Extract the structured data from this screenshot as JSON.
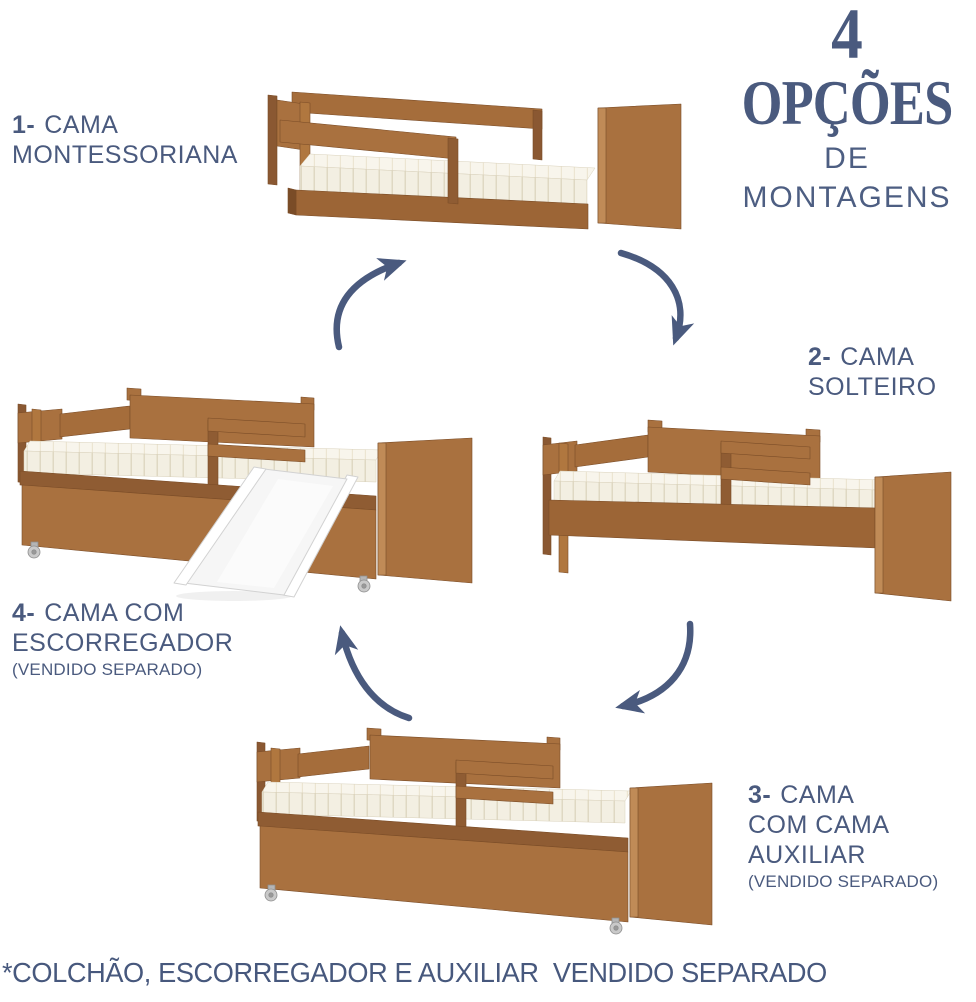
{
  "title": {
    "number": "4",
    "word": "OPÇÕES",
    "sub1": "DE",
    "sub2": "MONTAGENS"
  },
  "options": {
    "o1": {
      "prefix": "1-",
      "l1": "CAMA",
      "l2": "MONTESSORIANA"
    },
    "o2": {
      "prefix": "2-",
      "l1": "CAMA",
      "l2": "SOLTEIRO"
    },
    "o3": {
      "prefix": "3-",
      "l1": "CAMA",
      "l2": "COM CAMA",
      "l3": "AUXILIAR",
      "note": "(VENDIDO SEPARADO)"
    },
    "o4": {
      "prefix": "4-",
      "l1": "CAMA COM",
      "l2": "ESCORREGADOR",
      "note": "(VENDIDO SEPARADO)"
    }
  },
  "footer": {
    "note": "*COLCHÃO, ESCORREGADOR E AUXILIAR  VENDIDO SEPARADO"
  },
  "colors": {
    "text_blue": "#4a5a7e",
    "wood_main": "#a9713f",
    "wood_dark": "#8a5832",
    "wood_deep": "#7a4c27",
    "wood_light": "#c08b57",
    "mattress": "#f6f2e7",
    "slide_white": "#fafafa",
    "caster_gray": "#c4c4c4",
    "background": "#ffffff"
  }
}
